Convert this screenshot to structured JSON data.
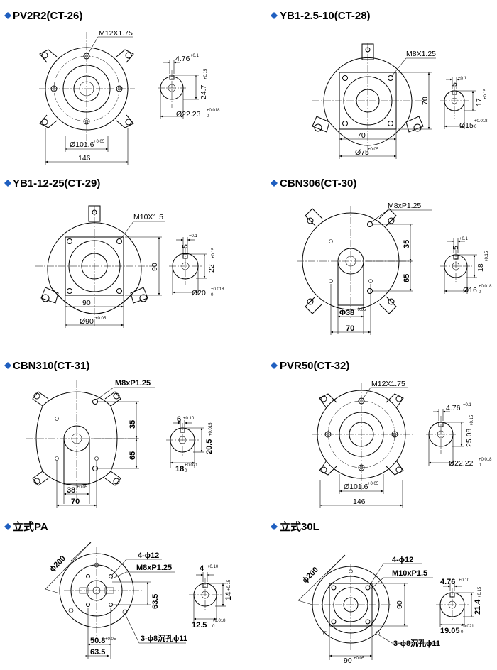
{
  "sections": [
    {
      "title": "PV2R2(CT-26)",
      "labels": {
        "thread": "M12X1.75",
        "bolt_circle": "Ø101.6",
        "bolt_circle_tol": "+0.05",
        "width": "146"
      },
      "shaft": {
        "key": "4.76",
        "key_tol": "+0.1",
        "height": "24.7",
        "height_tol": "+0.15",
        "dia": "Ø22.23",
        "dia_tol_up": "+0.018",
        "dia_tol_low": "0"
      }
    },
    {
      "title": "YB1-2.5-10(CT-28)",
      "labels": {
        "thread": "M8X1.25",
        "square": "70",
        "square_v": "70",
        "bolt_circle": "Ø75",
        "bolt_circle_tol": "+0.05"
      },
      "shaft": {
        "key": "5",
        "key_tol": "+0.1",
        "height": "17",
        "height_tol": "+0.15",
        "dia": "Ø15",
        "dia_tol_up": "+0.018",
        "dia_tol_low": "0"
      }
    },
    {
      "title": "YB1-12-25(CT-29)",
      "labels": {
        "thread": "M10X1.5",
        "square": "90",
        "square_v": "90",
        "bolt_circle": "Ø90",
        "bolt_circle_tol": "+0.05"
      },
      "shaft": {
        "key": "5",
        "key_tol": "+0.1",
        "height": "22",
        "height_tol": "+0.15",
        "dia": "Ø20",
        "dia_tol_up": "+0.018",
        "dia_tol_low": "0"
      }
    },
    {
      "title": "CBN306(CT-30)",
      "labels": {
        "thread": "M8xP1.25",
        "v1": "35",
        "v2": "65",
        "pilot": "Φ38",
        "pilot_tol": "+0.05",
        "width": "70"
      },
      "shaft": {
        "key": "5",
        "key_tol": "+0.1",
        "height": "18",
        "height_tol": "+0.15",
        "dia": "Ø16",
        "dia_tol_up": "+0.018",
        "dia_tol_low": "0"
      }
    },
    {
      "title": "CBN310(CT-31)",
      "labels": {
        "thread": "M8xP1.25",
        "v1": "35",
        "v2": "65",
        "pilot": "38",
        "pilot_tol": "+0.05",
        "width": "70"
      },
      "shaft": {
        "key": "6",
        "key_tol": "+0.10",
        "height": "20.5",
        "height_tol": "+0.015",
        "dia": "18",
        "dia_tol_up": "+0.021",
        "dia_tol_low": "0"
      }
    },
    {
      "title": "PVR50(CT-32)",
      "labels": {
        "thread": "M12X1.75",
        "bolt_circle": "Ø101.6",
        "bolt_circle_tol": "+0.05",
        "width": "146"
      },
      "shaft": {
        "key": "4.76",
        "key_tol": "+0.1",
        "height": "25.08",
        "height_tol": "+0.15",
        "dia": "Ø22.22",
        "dia_tol_up": "+0.018",
        "dia_tol_low": "0"
      }
    },
    {
      "title": "立式PA",
      "labels": {
        "outer": "ɸ200",
        "holes": "4-ɸ12",
        "thread": "M8xP1.25",
        "v1": "63.5",
        "w1": "50.8",
        "w1_tol": "+0.05",
        "w2": "63.5",
        "counterbore": "3-ɸ8沉孔ɸ11"
      },
      "shaft": {
        "key": "4",
        "key_tol": "+0.10",
        "height": "14",
        "height_tol": "+0.15",
        "dia": "12.5",
        "dia_tol_up": "+0.018",
        "dia_tol_low": "0"
      }
    },
    {
      "title": "立式30L",
      "labels": {
        "outer": "ɸ200",
        "holes": "4-ɸ12",
        "thread": "M10xP1.5",
        "v1": "90",
        "w1": "90",
        "w1_tol": "+0.05",
        "counterbore": "3-ɸ8沉孔ɸ11"
      },
      "shaft": {
        "key": "4.76",
        "key_tol": "+0.10",
        "height": "21.4",
        "height_tol": "+0.15",
        "dia": "19.05",
        "dia_tol_up": "+0.021",
        "dia_tol_low": "0"
      }
    }
  ],
  "colors": {
    "diamond": "#1f5fc0",
    "ink": "#000000"
  }
}
